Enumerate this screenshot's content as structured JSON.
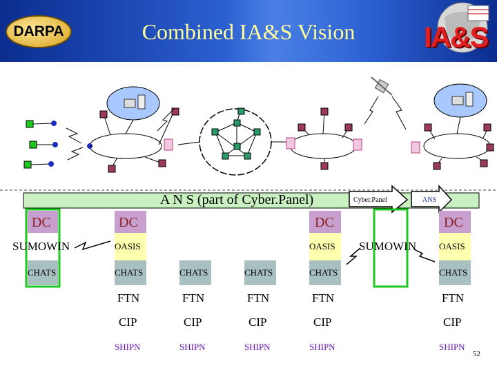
{
  "header": {
    "title": "Combined IA&S Vision",
    "left_logo": "DARPA",
    "right_logo": "IA&S"
  },
  "ans_bar": {
    "label": "A N S (part of Cyber.Panel)",
    "arrow1": "Cyber.Panel",
    "arrow2": "ANS"
  },
  "columns": {
    "col1": {
      "dc": "DC",
      "sumo": "SUMOWIN",
      "chats": "CHATS"
    },
    "col2": {
      "dc": "DC",
      "oasis": "OASIS",
      "chats": "CHATS",
      "ftn": "FTN",
      "cip": "CIP",
      "shipn": "SHIPN"
    },
    "col3": {
      "chats": "CHATS",
      "ftn": "FTN",
      "cip": "CIP",
      "shipn": "SHIPN"
    },
    "col4": {
      "chats": "CHATS",
      "ftn": "FTN",
      "cip": "CIP",
      "shipn": "SHIPN"
    },
    "col5": {
      "dc": "DC",
      "oasis": "OASIS",
      "chats": "CHATS",
      "ftn": "FTN",
      "cip": "CIP",
      "shipn": "SHIPN"
    },
    "col6": {
      "sumo": "SUMOWIN"
    },
    "col7": {
      "dc": "DC",
      "oasis": "OASIS",
      "chats": "CHATS",
      "ftn": "FTN",
      "cip": "CIP",
      "shipn": "SHIPN"
    }
  },
  "page_number": "52",
  "colors": {
    "header": "#1a3fb0",
    "title": "#ffff99",
    "dc_bg": "#c8a0d0",
    "oasis_bg": "#ffffb0",
    "chats_bg": "#a8c0c0",
    "bar": "#c8f0c0"
  }
}
